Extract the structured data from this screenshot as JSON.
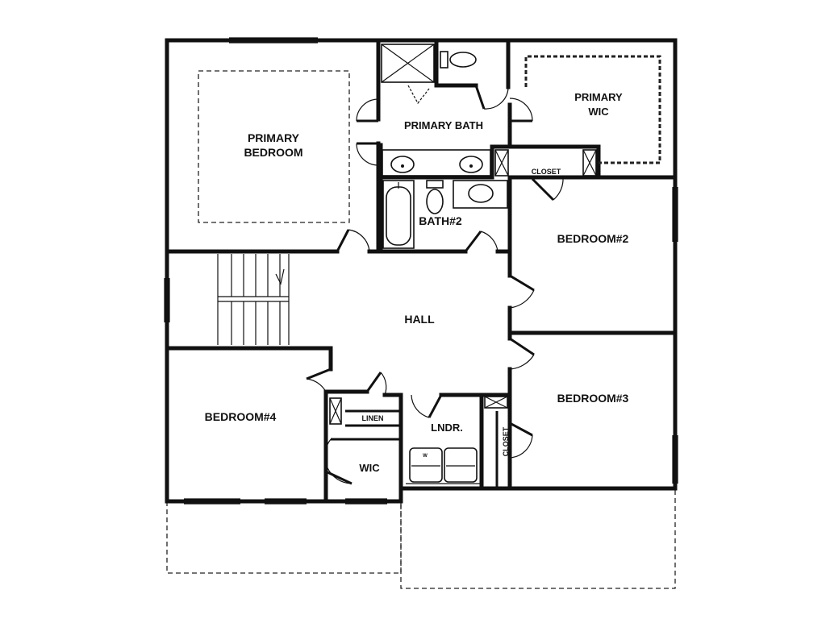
{
  "rooms": {
    "primary_bedroom": [
      "PRIMARY",
      "BEDROOM"
    ],
    "primary_bath": "PRIMARY BATH",
    "primary_wic": [
      "PRIMARY",
      "WIC"
    ],
    "closet_top": "CLOSET",
    "bath2": "BATH#2",
    "bedroom2": "BEDROOM#2",
    "hall": "HALL",
    "bedroom3": "BEDROOM#3",
    "bedroom4": "BEDROOM#4",
    "linen": "LINEN",
    "laundry": "LNDR.",
    "wic": "WIC",
    "closet_side": "CLOSET",
    "washer_mark": "W"
  }
}
